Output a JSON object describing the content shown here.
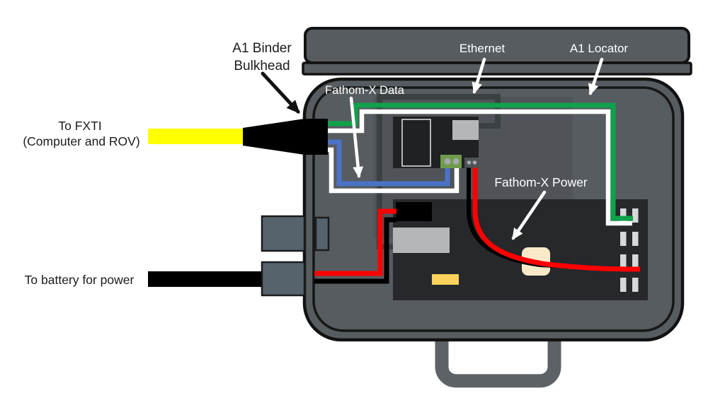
{
  "diagram": {
    "description": "Wiring diagram of an electronics case (topside box) showing Fathom-X and locator connections",
    "labels": {
      "binder_bulkhead_line1": "A1 Binder",
      "binder_bulkhead_line2": "Bulkhead",
      "fxti_line1": "To FXTI",
      "fxti_line2": "(Computer and ROV)",
      "battery": "To battery for power",
      "ethernet": "Ethernet",
      "a1_locator": "A1 Locator",
      "fathom_x_data": "Fathom-X Data",
      "fathom_x_power": "Fathom-X Power"
    },
    "colors": {
      "case_gray": "#575C60",
      "handle_gray": "#5C6266",
      "outline_black": "#121212",
      "mounting_panel_shade": "rgba(15,18,20,0.10)",
      "main_board": "#26282B",
      "fathom_board": "#1F2123",
      "jack_gray": "#B5B6B7",
      "pin_header_gray": "#D7D8D9",
      "terminal_green": "#6F9C4B",
      "terminal_dark": "#4E5356",
      "wire_green": "#0FA24B",
      "wire_blue": "#4A73C7",
      "wire_red": "#FF0000",
      "wire_white": "#FFFFFF",
      "wire_black": "#000000",
      "ethernet_cable_dark": "#3B4043",
      "fxti_cable_yellow": "#FFFF00",
      "component_yellow": "#FBD35C",
      "component_cream": "#FAE9C9",
      "penetrator_gray": "#56636C"
    }
  }
}
